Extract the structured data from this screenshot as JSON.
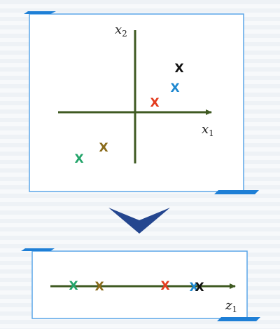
{
  "top_plot": {
    "x_axis_label": "x",
    "x_axis_sub": "1",
    "y_axis_label": "x",
    "y_axis_sub": "2",
    "points": [
      {
        "mark": "X",
        "color": "#111111"
      },
      {
        "mark": "X",
        "color": "#1e88d0"
      },
      {
        "mark": "X",
        "color": "#e33b1e"
      },
      {
        "mark": "X",
        "color": "#8a6b1a"
      },
      {
        "mark": "X",
        "color": "#23a46a"
      }
    ]
  },
  "arrow": {
    "color": "#24468f",
    "icon": "chevron-down-icon"
  },
  "bottom_plot": {
    "z_axis_label": "z",
    "z_axis_sub": "1",
    "points": [
      {
        "mark": "X",
        "color": "#23a46a"
      },
      {
        "mark": "X",
        "color": "#8a6b1a"
      },
      {
        "mark": "X",
        "color": "#e33b1e"
      },
      {
        "mark": "X",
        "color": "#1e88d0"
      },
      {
        "mark": "X",
        "color": "#111111"
      }
    ]
  },
  "colors": {
    "axis": "#3f5a22",
    "panel_border": "#5aa6e8",
    "panel_accent": "#1e7fd6"
  }
}
